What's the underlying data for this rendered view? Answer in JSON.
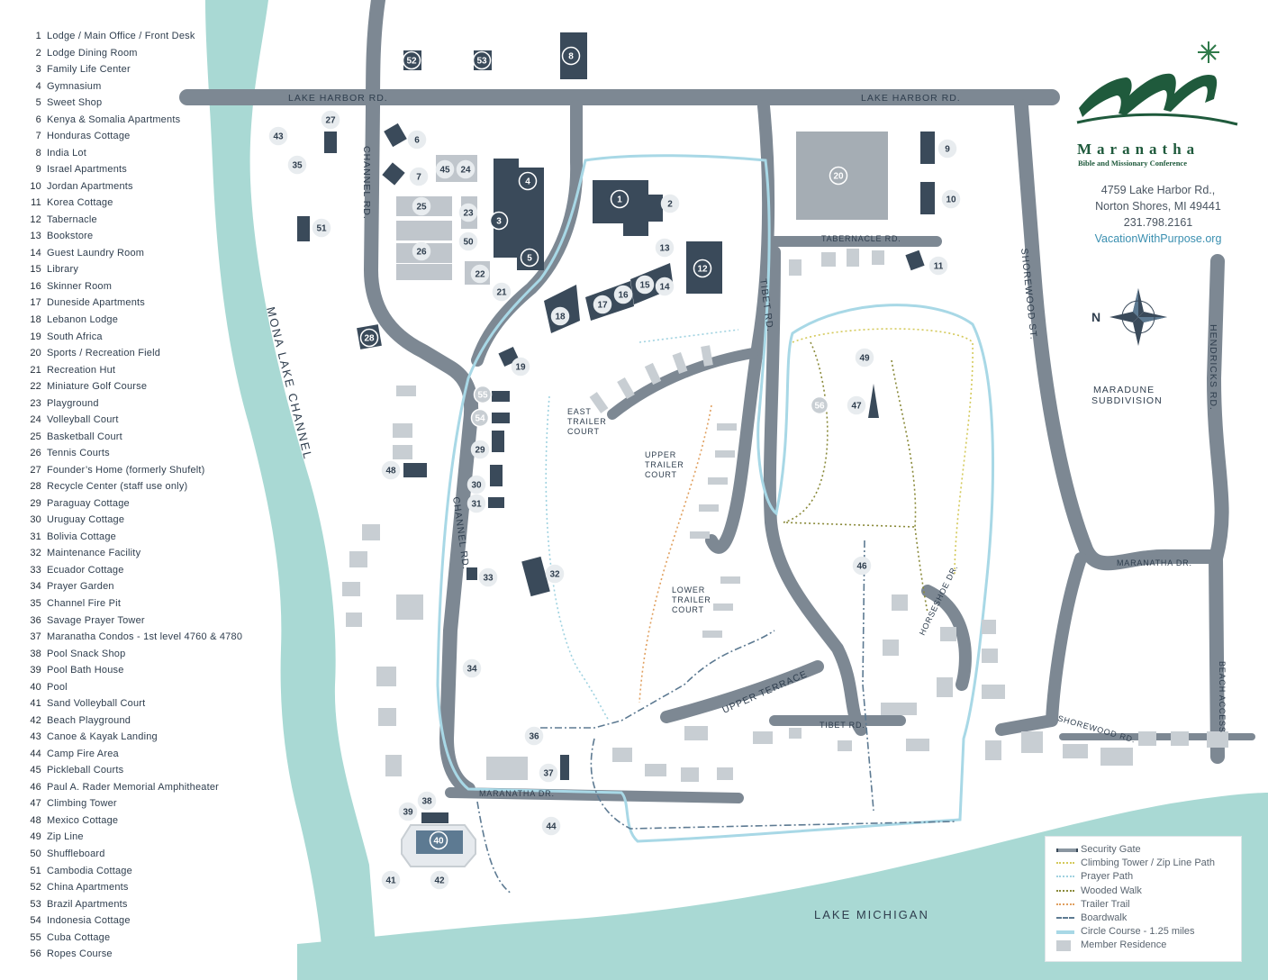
{
  "legend": [
    {
      "num": "1",
      "label": "Lodge / Main Office / Front Desk"
    },
    {
      "num": "2",
      "label": "Lodge Dining Room"
    },
    {
      "num": "3",
      "label": "Family Life Center"
    },
    {
      "num": "4",
      "label": "Gymnasium"
    },
    {
      "num": "5",
      "label": "Sweet Shop"
    },
    {
      "num": "6",
      "label": "Kenya & Somalia Apartments"
    },
    {
      "num": "7",
      "label": "Honduras Cottage"
    },
    {
      "num": "8",
      "label": "India Lot"
    },
    {
      "num": "9",
      "label": "Israel Apartments"
    },
    {
      "num": "10",
      "label": "Jordan Apartments"
    },
    {
      "num": "11",
      "label": "Korea Cottage"
    },
    {
      "num": "12",
      "label": "Tabernacle"
    },
    {
      "num": "13",
      "label": "Bookstore"
    },
    {
      "num": "14",
      "label": "Guest Laundry Room"
    },
    {
      "num": "15",
      "label": "Library"
    },
    {
      "num": "16",
      "label": "Skinner Room"
    },
    {
      "num": "17",
      "label": "Duneside Apartments"
    },
    {
      "num": "18",
      "label": "Lebanon Lodge"
    },
    {
      "num": "19",
      "label": "South Africa"
    },
    {
      "num": "20",
      "label": "Sports / Recreation Field"
    },
    {
      "num": "21",
      "label": "Recreation Hut"
    },
    {
      "num": "22",
      "label": "Miniature Golf Course"
    },
    {
      "num": "23",
      "label": "Playground"
    },
    {
      "num": "24",
      "label": "Volleyball Court"
    },
    {
      "num": "25",
      "label": "Basketball Court"
    },
    {
      "num": "26",
      "label": "Tennis Courts"
    },
    {
      "num": "27",
      "label": "Founder’s Home (formerly Shufelt)"
    },
    {
      "num": "28",
      "label": "Recycle Center (staff use only)"
    },
    {
      "num": "29",
      "label": "Paraguay Cottage"
    },
    {
      "num": "30",
      "label": "Uruguay Cottage"
    },
    {
      "num": "31",
      "label": "Bolivia Cottage"
    },
    {
      "num": "32",
      "label": "Maintenance Facility"
    },
    {
      "num": "33",
      "label": "Ecuador Cottage"
    },
    {
      "num": "34",
      "label": "Prayer Garden"
    },
    {
      "num": "35",
      "label": "Channel Fire Pit"
    },
    {
      "num": "36",
      "label": "Savage Prayer Tower"
    },
    {
      "num": "37",
      "label": "Maranatha Condos - 1st level 4760 & 4780"
    },
    {
      "num": "38",
      "label": "Pool Snack Shop"
    },
    {
      "num": "39",
      "label": "Pool Bath House"
    },
    {
      "num": "40",
      "label": "Pool"
    },
    {
      "num": "41",
      "label": "Sand Volleyball Court"
    },
    {
      "num": "42",
      "label": "Beach Playground"
    },
    {
      "num": "43",
      "label": "Canoe & Kayak Landing"
    },
    {
      "num": "44",
      "label": "Camp Fire Area"
    },
    {
      "num": "45",
      "label": "Pickleball Courts"
    },
    {
      "num": "46",
      "label": "Paul A. Rader Memorial Amphitheater"
    },
    {
      "num": "47",
      "label": "Climbing Tower"
    },
    {
      "num": "48",
      "label": "Mexico Cottage"
    },
    {
      "num": "49",
      "label": "Zip Line"
    },
    {
      "num": "50",
      "label": "Shuffleboard"
    },
    {
      "num": "51",
      "label": "Cambodia Cottage"
    },
    {
      "num": "52",
      "label": "China Apartments"
    },
    {
      "num": "53",
      "label": "Brazil Apartments"
    },
    {
      "num": "54",
      "label": "Indonesia Cottage"
    },
    {
      "num": "55",
      "label": "Cuba Cottage"
    },
    {
      "num": "56",
      "label": "Ropes Course"
    }
  ],
  "brand": {
    "name": "Maranatha",
    "tagline": "Bible and Missionary Conference",
    "address_line1": "4759 Lake Harbor Rd.,",
    "address_line2": "Norton Shores, MI 49441",
    "phone": "231.798.2161",
    "website": "VacationWithPurpose.org"
  },
  "roads": {
    "lake_harbor_w": "LAKE HARBOR RD.",
    "lake_harbor_e": "LAKE HARBOR RD.",
    "channel_n": "CHANNEL RD.",
    "channel_s": "CHANNEL RD.",
    "tabernacle": "TABERNACLE RD.",
    "tibet_n": "TIBET RD.",
    "tibet_s": "TIBET RD.",
    "shorewood_st": "SHOREWOOD ST.",
    "shorewood_rd": "SHOREWOOD RD.",
    "hendricks": "HENDRICKS RD.",
    "maranatha_dr_e": "MARANATHA DR.",
    "maranatha_dr_w": "MARANATHA DR.",
    "horseshoe": "HORSESHOE DR.",
    "upper_terrace": "UPPER TERRACE",
    "beach_access": "BEACH ACCESS"
  },
  "areas": {
    "east_trailer": [
      "EAST",
      "TRAILER",
      "COURT"
    ],
    "upper_trailer": [
      "UPPER",
      "TRAILER",
      "COURT"
    ],
    "lower_trailer": [
      "LOWER",
      "TRAILER",
      "COURT"
    ],
    "maradune": [
      "MARADUNE",
      "SUBDIVISION"
    ]
  },
  "water": {
    "channel": "MONA LAKE CHANNEL",
    "lake": "LAKE MICHIGAN"
  },
  "compass": {
    "north_label": "N"
  },
  "key": [
    {
      "label": "Security Gate",
      "color": "#8a96a1",
      "style": "gate"
    },
    {
      "label": "Climbing Tower / Zip Line Path",
      "color": "#d4c95a",
      "style": "dotted"
    },
    {
      "label": "Prayer Path",
      "color": "#9fd2e0",
      "style": "dotted"
    },
    {
      "label": "Wooded Walk",
      "color": "#8a8a3a",
      "style": "dotted"
    },
    {
      "label": "Trailer Trail",
      "color": "#e0a060",
      "style": "dotted"
    },
    {
      "label": "Boardwalk",
      "color": "#5d7a92",
      "style": "dashdot"
    },
    {
      "label": "Circle Course - 1.25 miles",
      "color": "#a8d8e6",
      "style": "solid"
    },
    {
      "label": "Member Residence",
      "color": "#c8ced3",
      "style": "box"
    }
  ],
  "colors": {
    "water": "#a9d9d4",
    "road": "#7d8893",
    "building_dark": "#3a4a5a",
    "building_light": "#c8ced3",
    "circle_course": "#a8d8e6",
    "brand_green": "#1f5a3c"
  }
}
